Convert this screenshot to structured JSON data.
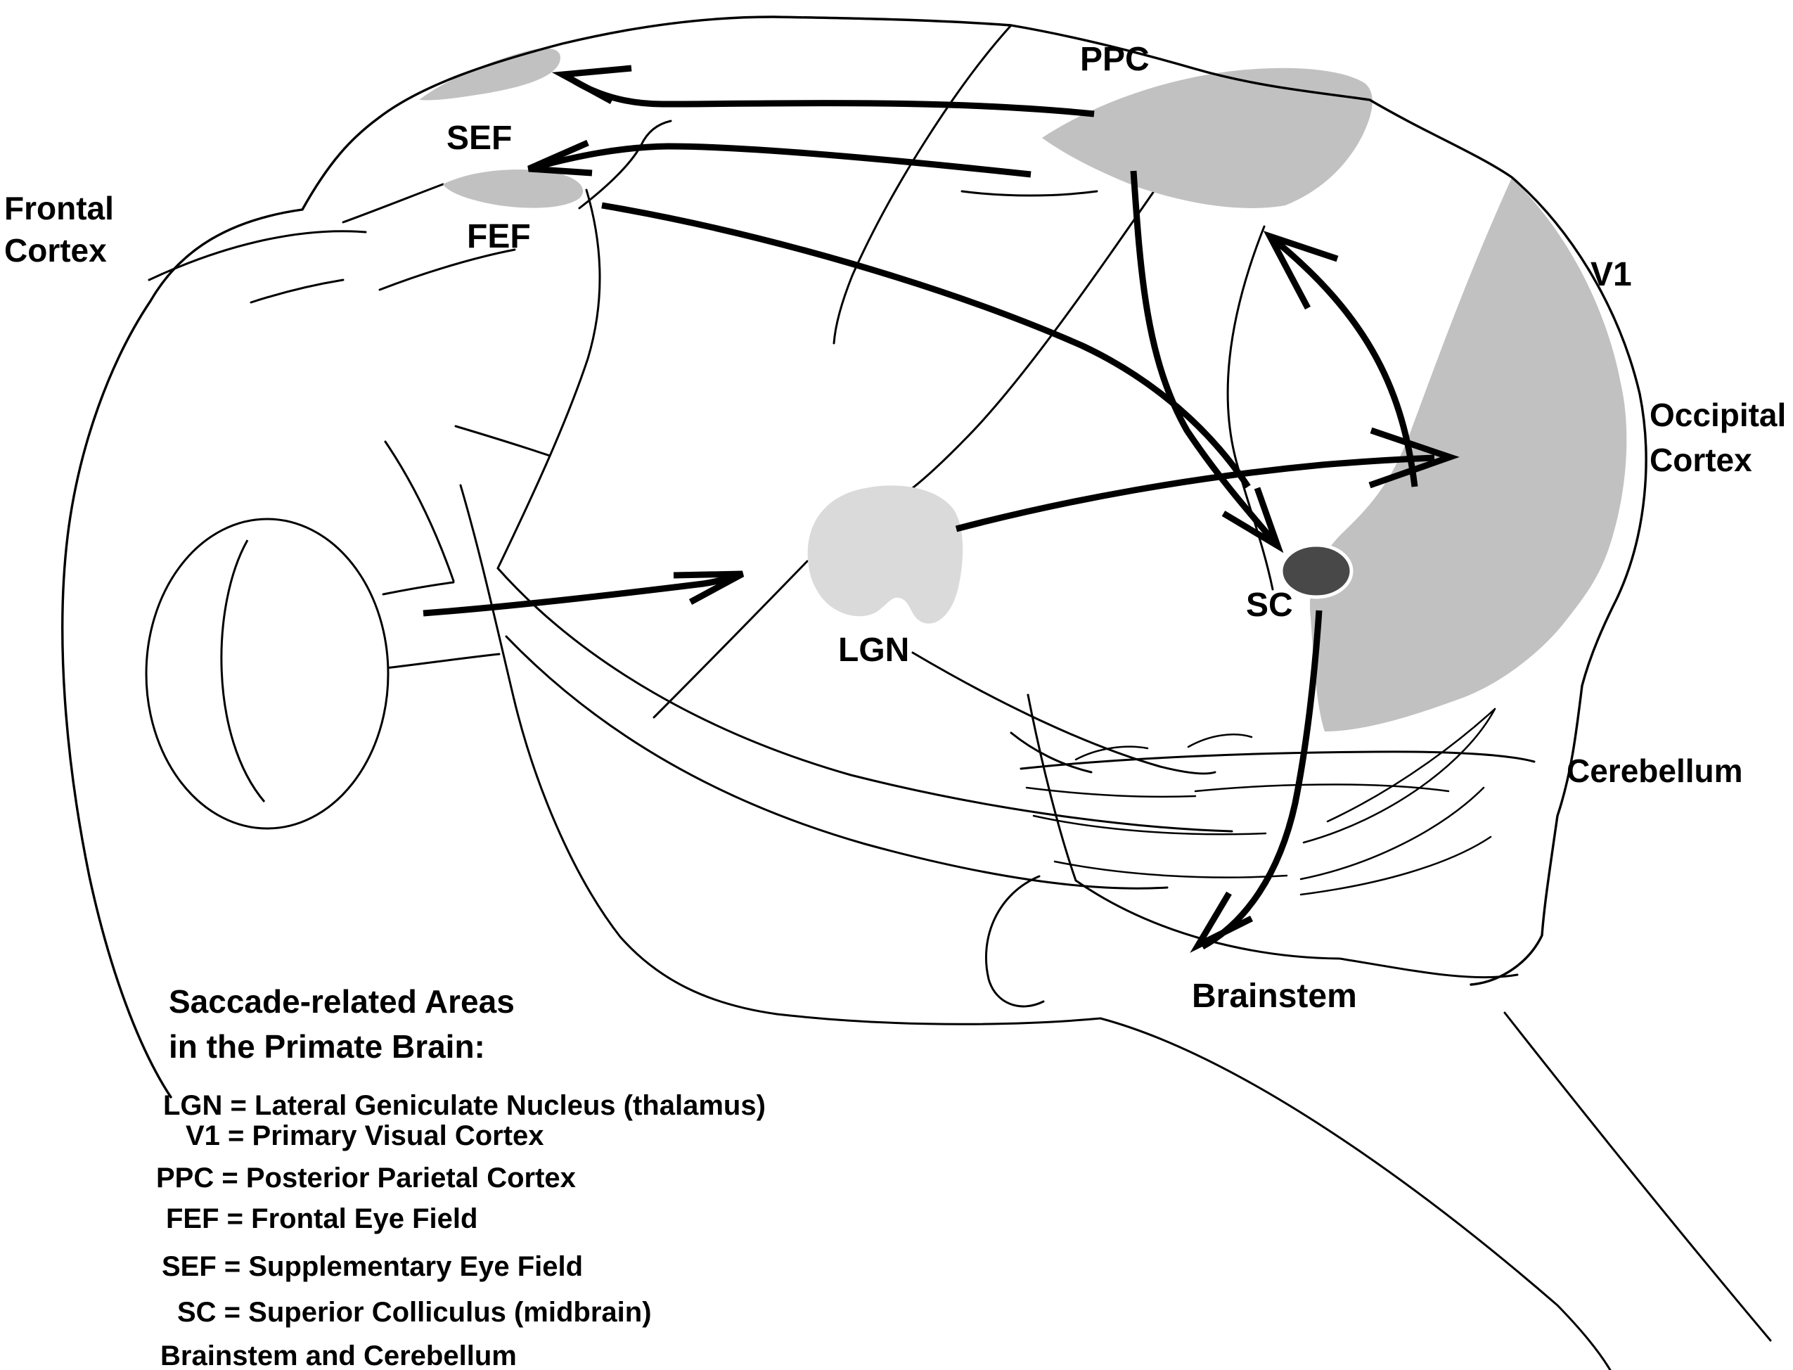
{
  "regions": {
    "frontal_cortex_line1": "Frontal",
    "frontal_cortex_line2": "Cortex",
    "sef": "SEF",
    "fef": "FEF",
    "ppc": "PPC",
    "v1": "V1",
    "occipital_line1": "Occipital",
    "occipital_line2": "Cortex",
    "lgn": "LGN",
    "sc": "SC",
    "cerebellum": "Cerebellum",
    "brainstem": "Brainstem"
  },
  "legend": {
    "title_line1": "Saccade-related Areas",
    "title_line2": "in the Primate Brain:",
    "items": [
      "LGN = Lateral Geniculate Nucleus (thalamus)",
      "V1 = Primary Visual Cortex",
      "PPC = Posterior Parietal Cortex",
      "FEF = Frontal Eye Field",
      "SEF = Supplementary Eye Field",
      "SC = Superior Colliculus (midbrain)",
      "Brainstem and Cerebellum"
    ]
  },
  "colors": {
    "background": "#ffffff",
    "line": "#000000",
    "region_fill": "#c1c1c1",
    "lgn_fill": "#dadada",
    "sc_fill": "#484848"
  }
}
